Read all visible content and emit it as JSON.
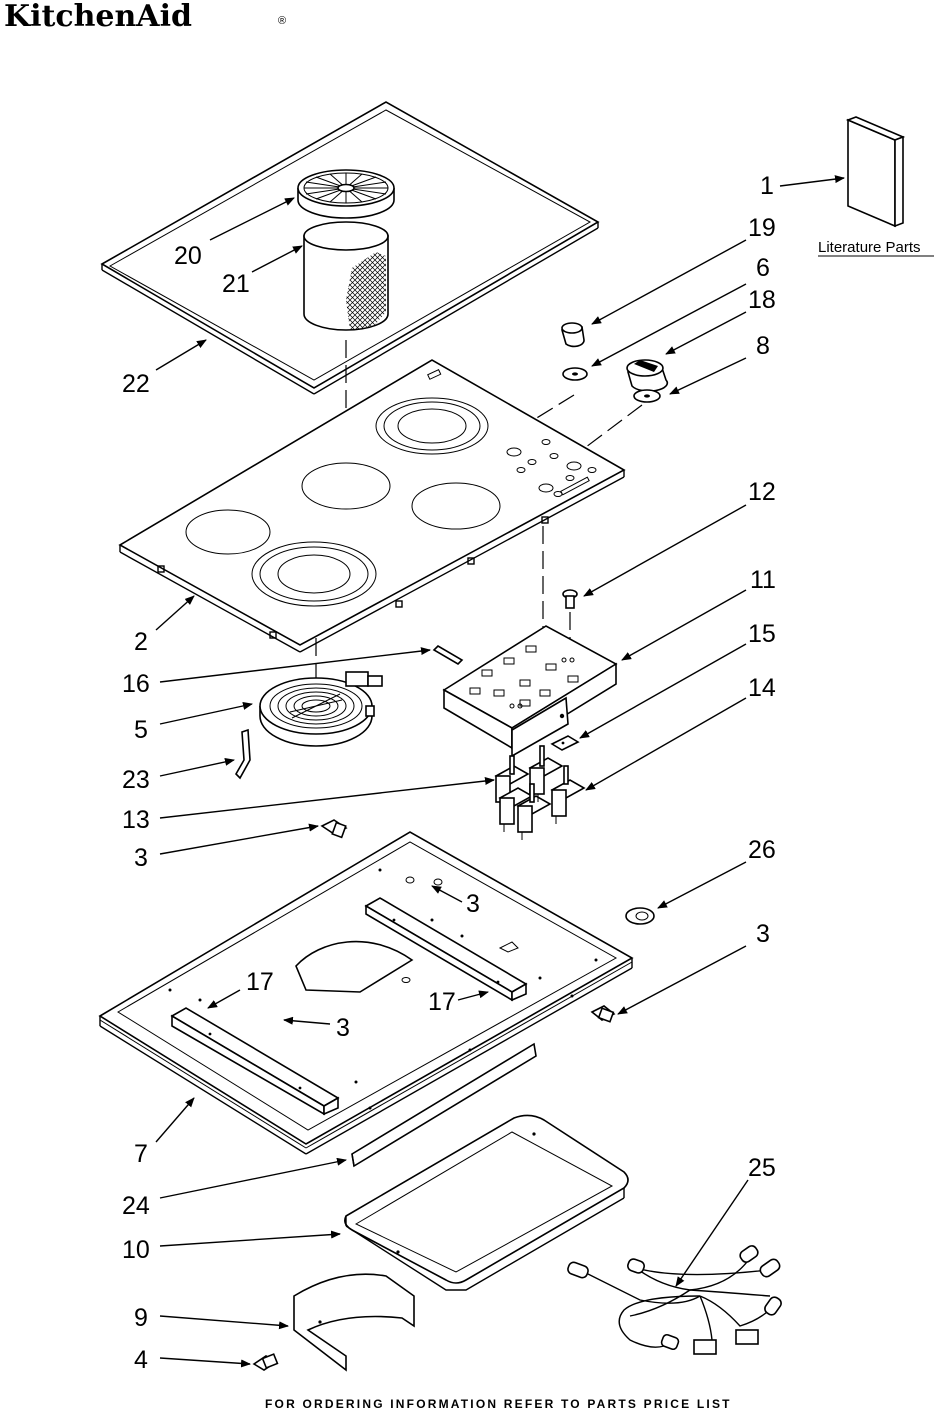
{
  "brand": {
    "name": "KitchenAid",
    "mark": "®"
  },
  "side_label": "Literature Parts",
  "footer": "FOR ORDERING INFORMATION REFER TO PARTS PRICE LIST",
  "callouts": {
    "c1": "1",
    "c19": "19",
    "c6": "6",
    "c18": "18",
    "c8": "8",
    "c20": "20",
    "c21": "21",
    "c22": "22",
    "c12": "12",
    "c11": "11",
    "c15": "15",
    "c14": "14",
    "c2": "2",
    "c16": "16",
    "c5": "5",
    "c23": "23",
    "c13": "13",
    "c3a": "3",
    "c26": "26",
    "c3b": "3",
    "c3c": "3",
    "c3d": "3",
    "c17a": "17",
    "c17b": "17",
    "c7": "7",
    "c24": "24",
    "c25": "25",
    "c10": "10",
    "c9": "9",
    "c4": "4"
  }
}
